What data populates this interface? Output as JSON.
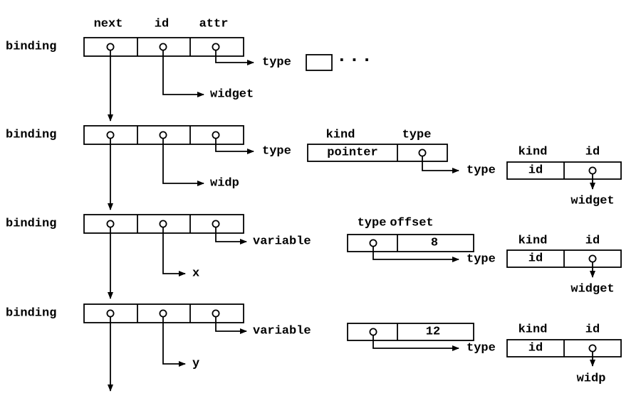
{
  "headers": {
    "next": "next",
    "id": "id",
    "attr": "attr"
  },
  "row1": {
    "binding": "binding",
    "type_label": "type",
    "ellipsis": "···",
    "widget_label": "widget"
  },
  "row2": {
    "binding": "binding",
    "type_label": "type",
    "kind_header": "kind",
    "type_header": "type",
    "pointer_value": "pointer",
    "type2_label": "type",
    "kind2_header": "kind",
    "id2_header": "id",
    "id_value": "id",
    "widget_label": "widget",
    "widp_label": "widp"
  },
  "row3": {
    "binding": "binding",
    "variable_label": "variable",
    "type_header": "type",
    "offset_header": "offset",
    "offset_value": "8",
    "type_label": "type",
    "kind_header": "kind",
    "id_header": "id",
    "id_value": "id",
    "widget_label": "widget",
    "x_label": "x"
  },
  "row4": {
    "binding": "binding",
    "variable_label": "variable",
    "offset_value": "12",
    "type_label": "type",
    "kind_header": "kind",
    "id_header": "id",
    "id_value": "id",
    "widp_label": "widp",
    "y_label": "y"
  }
}
